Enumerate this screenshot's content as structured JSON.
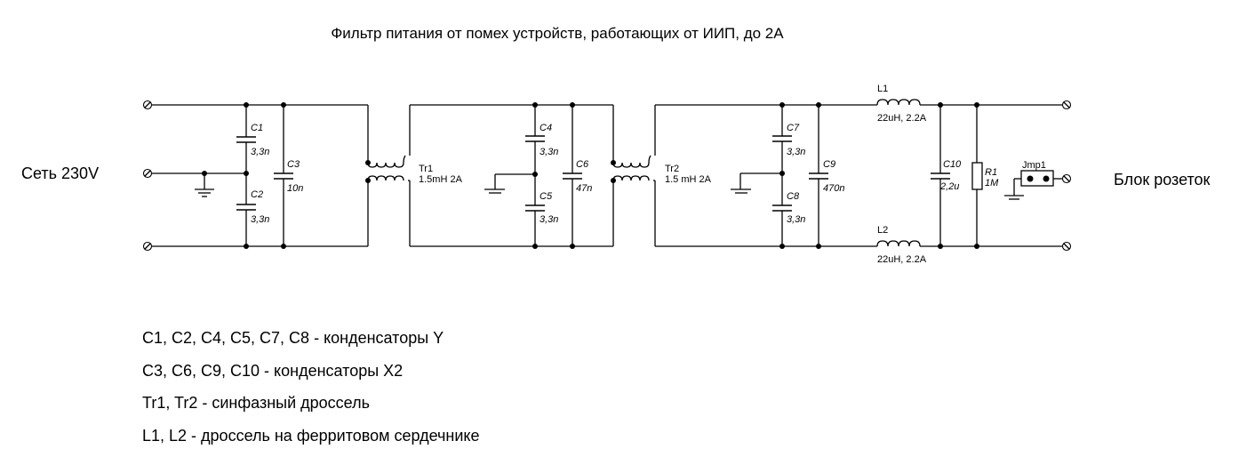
{
  "title": "Фильтр питания от помех устройств, работающих от ИИП, до 2А",
  "input_label": "Сеть 230V",
  "output_label": "Блок розеток",
  "components": {
    "C1": {
      "name": "C1",
      "value": "3,3n"
    },
    "C2": {
      "name": "C2",
      "value": "3,3n"
    },
    "C3": {
      "name": "C3",
      "value": "10n"
    },
    "C4": {
      "name": "C4",
      "value": "3,3n"
    },
    "C5": {
      "name": "C5",
      "value": "3,3n"
    },
    "C6": {
      "name": "C6",
      "value": "47n"
    },
    "C7": {
      "name": "C7",
      "value": "3,3n"
    },
    "C8": {
      "name": "C8",
      "value": "3,3n"
    },
    "C9": {
      "name": "C9",
      "value": "470n"
    },
    "C10": {
      "name": "C10",
      "value": "2,2u"
    },
    "R1": {
      "name": "R1",
      "value": "1M"
    },
    "Tr1": {
      "name": "Tr1",
      "value": "1.5mH 2A"
    },
    "Tr2": {
      "name": "Tr2",
      "value": "1.5 mH 2A"
    },
    "L1": {
      "name": "L1",
      "value": "22uH, 2.2A"
    },
    "L2": {
      "name": "L2",
      "value": "22uH, 2.2A"
    },
    "Jmp1": {
      "name": "Jmp1"
    }
  },
  "notes": [
    "C1, C2, C4, C5, C7, C8 - конденсаторы Y",
    "C3, C6, C9, C10 - конденсаторы X2",
    "Tr1, Tr2 - синфазный дроссель",
    "L1, L2 - дроссель на ферритовом сердечнике"
  ]
}
